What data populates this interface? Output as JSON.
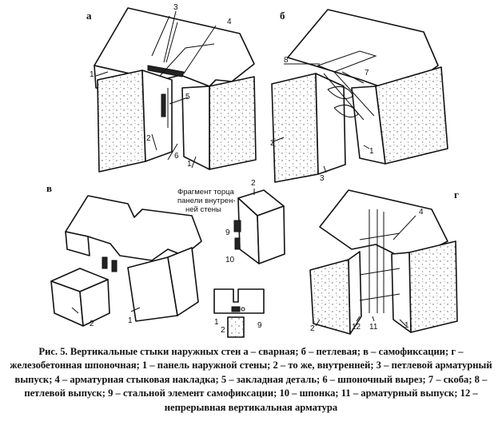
{
  "panels": {
    "a": {
      "letter": "а",
      "labels": [
        "3",
        "4",
        "1",
        "5",
        "2",
        "6",
        "1"
      ]
    },
    "b": {
      "letter": "б",
      "labels": [
        "8",
        "7",
        "2",
        "3",
        "1"
      ]
    },
    "v": {
      "letter": "в",
      "labels": [
        "2",
        "1"
      ]
    },
    "fragment": {
      "lines": [
        "Фрагмент торца",
        "панели внутрен-",
        "ней стены"
      ],
      "labels": [
        "2",
        "9",
        "10"
      ]
    },
    "section": {
      "labels": [
        "1",
        "2",
        "9"
      ]
    },
    "g": {
      "letter": "г",
      "labels": [
        "4",
        "2",
        "12",
        "11",
        "1"
      ]
    }
  },
  "caption": "Рис. 5. Вертикальные стыки наружных стен а – сварная; б – петлевая; в – самофиксации; г – железобетонная шпоночная; 1 – панель наружной стены; 2 – то же, внутренней; 3 – петлевой арматурный выпуск; 4 – арматурная стыковая накладка; 5 – закладная деталь; 6 – шпоночный вырез; 7 – скоба; 8 – петлевой выпуск; 9 – стальной элемент самофиксации; 10 – шпонка; 11 – арматурный выпуск; 12 – непрерывная вертикальная арматура"
}
